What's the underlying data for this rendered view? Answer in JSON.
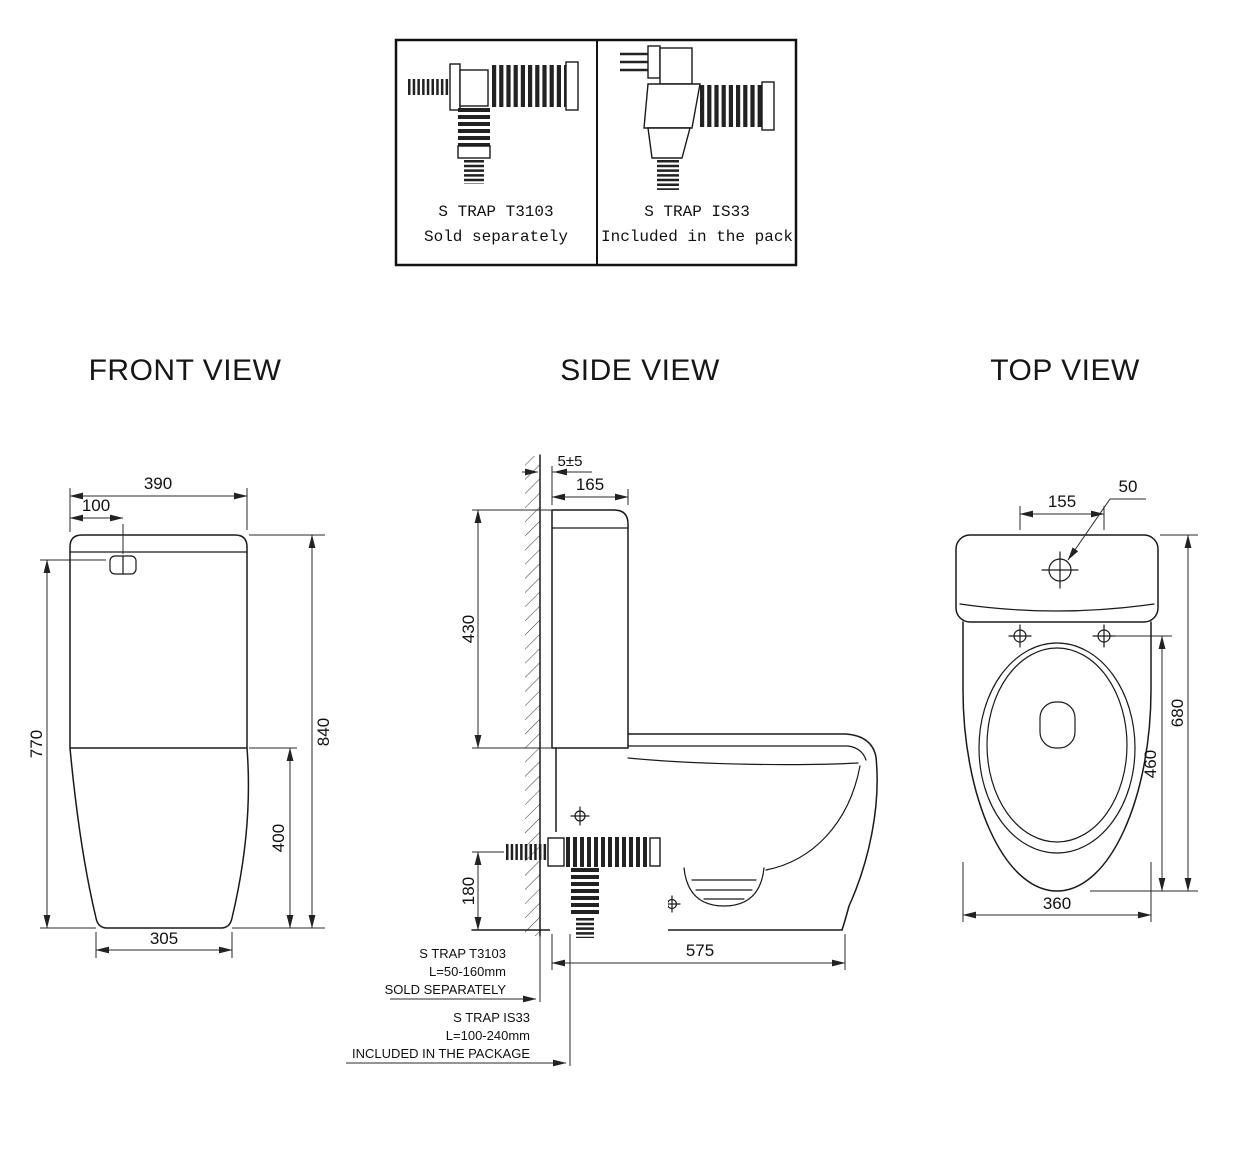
{
  "inset_panels": [
    {
      "code": "S TRAP T3103",
      "availability": "Sold separately"
    },
    {
      "code": "S TRAP IS33",
      "availability": "Included in the pack"
    }
  ],
  "front_view": {
    "title": "FRONT VIEW",
    "dims": {
      "tank_width": "390",
      "button_offset": "100",
      "bowl_height": "770",
      "total_height": "840",
      "base_height": "400",
      "base_width": "305"
    }
  },
  "side_view": {
    "title": "SIDE VIEW",
    "dims": {
      "wall_gap": "5±5",
      "tank_depth": "165",
      "tank_height": "430",
      "outlet_height": "180",
      "total_depth": "575"
    },
    "trap_notes": [
      {
        "code": "S TRAP T3103",
        "length": "L=50-160mm",
        "availability": "SOLD SEPARATELY"
      },
      {
        "code": "S TRAP IS33",
        "length": "L=100-240mm",
        "availability": "INCLUDED IN THE PACKAGE"
      }
    ]
  },
  "top_view": {
    "title": "TOP VIEW",
    "dims": {
      "bolt_spacing": "155",
      "inlet_diameter": "50",
      "total_length": "680",
      "bowl_length": "460",
      "bowl_width": "360"
    }
  }
}
